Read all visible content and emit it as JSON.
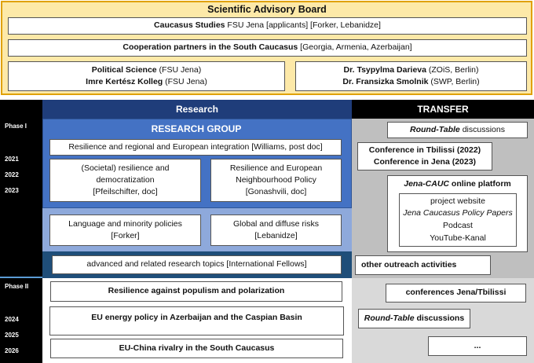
{
  "board": {
    "title": "Scientific Advisory Board",
    "caucasus": {
      "bold": "Caucasus Studies",
      "rest": " FSU Jena [applicants] [Forker, Lebanidze]"
    },
    "partners": {
      "bold": "Cooperation partners in the South Caucasus",
      "rest": " [Georgia, Armenia, Azerbaijan]"
    },
    "left": [
      {
        "bold": "Political Science",
        "rest": " (FSU Jena)"
      },
      {
        "bold": "Imre Kertész Kolleg",
        "rest": " (FSU Jena)"
      }
    ],
    "right": [
      {
        "bold": "Dr. Tsypylma Darieva",
        "rest": " (ZOiS, Berlin)"
      },
      {
        "bold": "Dr. Fransizka Smolnik",
        "rest": " (SWP, Berlin)"
      }
    ]
  },
  "columns": {
    "research": "Research",
    "transfer": "TRANSFER"
  },
  "phase1": {
    "label": "Phase I",
    "years": [
      "2021",
      "2022",
      "2023"
    ],
    "group_title": "RESEARCH GROUP",
    "resilience_integration": "Resilience and regional and European integration [Williams, post doc]",
    "societal": [
      "(Societal) resilience and",
      "democratization",
      "[Pfeilschifter, doc]"
    ],
    "neighbourhood": [
      "Resilience and European",
      "Neighbourhood Policy",
      "[Gonashvili, doc]"
    ],
    "language": [
      "Language and minority policies",
      "[Forker]"
    ],
    "global_risks": [
      "Global and diffuse risks",
      "[Lebanidze]"
    ],
    "advanced": "advanced and related research topics [International Fellows]"
  },
  "transfer1": {
    "roundtable": {
      "italic": "Round-Table",
      "rest": " discussions"
    },
    "conferences": [
      "Conference in Tbilissi (2022)",
      "Conference in Jena (2023)"
    ],
    "platform_title": {
      "italic": "Jena-CAUC",
      "rest": " online platform"
    },
    "platform_items": [
      "project website",
      "Jena Caucasus Policy Papers",
      "Podcast",
      "YouTube-Kanal"
    ],
    "outreach": "other outreach activities"
  },
  "phase2": {
    "label": "Phase II",
    "years": [
      "2024",
      "2025",
      "2026"
    ],
    "populism": "Resilience against populism and polarization",
    "energy": "EU energy policy in Azerbaijan and the Caspian Basin",
    "china": "EU-China rivalry in the South Caucasus"
  },
  "transfer2": {
    "conferences": "conferences Jena/Tbilissi",
    "roundtable": {
      "italic": "Round-Table",
      "rest": " discussions"
    },
    "ellipsis": "..."
  },
  "colors": {
    "board_bg": "#fde9a8",
    "board_border": "#e0a100",
    "research_header": "#1f3d7a",
    "group_bg": "#4472c4",
    "lower_group_bg": "#8ea9db",
    "advanced_band": "#1f4e79",
    "transfer_bg": "#bfbfbf",
    "transfer2_bg": "#d9d9d9",
    "left_strip": "#000000"
  }
}
